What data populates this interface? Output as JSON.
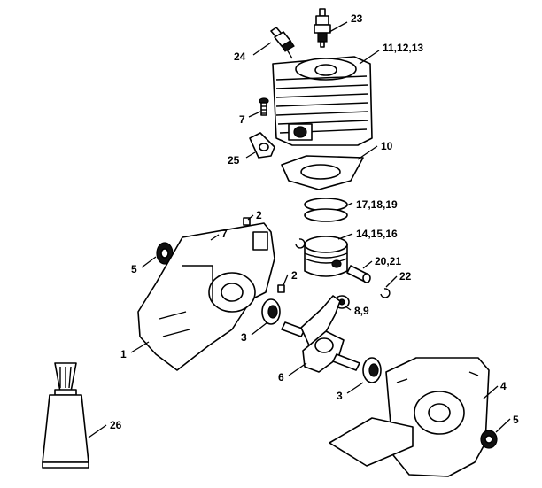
{
  "callouts": {
    "c23": "23",
    "c24": "24",
    "c11_12_13": "11,12,13",
    "c7a": "7",
    "c25": "25",
    "c10": "10",
    "c17_18_19": "17,18,19",
    "c2a": "2",
    "c7b": "7",
    "c14_15_16": "14,15,16",
    "c5a": "5",
    "c20_21": "20,21",
    "c2b": "2",
    "c22": "22",
    "c8_9": "8,9",
    "c3a": "3",
    "c1": "1",
    "c6": "6",
    "c4": "4",
    "c3b": "3",
    "c5b": "5",
    "c26": "26"
  }
}
